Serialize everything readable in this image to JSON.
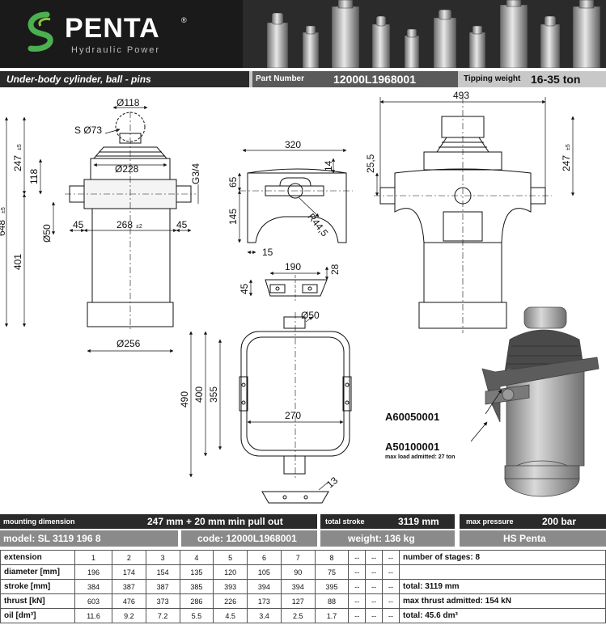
{
  "brand": {
    "name": "PENTA",
    "registered": "®",
    "subtitle": "Hydraulic Power"
  },
  "title_bar": {
    "product": "Under-body cylinder, ball - pins",
    "part_number_label": "Part Number",
    "part_number": "12000L1968001",
    "tipping_weight_label": "Tipping weight",
    "tipping_weight": "16-35 ton"
  },
  "dimensions": {
    "d118": "Ø118",
    "sd73": "S Ø73",
    "d228": "Ø228",
    "h247": "247",
    "tol247": "±5",
    "h118": "118",
    "g34": "G3/4",
    "d50a": "Ø50",
    "w45a": "45",
    "w268": "268",
    "tol268": "±2",
    "w45b": "45",
    "h648": "648",
    "tol648": "±5",
    "h401": "401",
    "d256": "Ø256",
    "w320": "320",
    "h14": "14",
    "h65": "65",
    "h145": "145",
    "w15": "15",
    "r445": "R44,5",
    "w190": "190",
    "h28": "28",
    "h45c": "45",
    "d50b": "Ø50",
    "h490": "490",
    "h400": "400",
    "h355": "355",
    "w270": "270",
    "d13": "13",
    "w493": "493",
    "h255": "25,5",
    "h247b": "247",
    "tol247b": "±5"
  },
  "parts": {
    "frame_code": "A60050001",
    "bracket_code": "A50100001",
    "bracket_note": "max load admitted: 27 ton"
  },
  "info": {
    "mounting_label": "mounting dimension",
    "mounting_value": "247 mm + 20 mm min pull out",
    "stroke_label": "total stroke",
    "stroke_value": "3119 mm",
    "pressure_label": "max pressure",
    "pressure_value": "200 bar",
    "model": "model: SL 3119 196 8",
    "code": "code: 12000L1968001",
    "weight": "weight: 136 kg",
    "maker": "HS Penta"
  },
  "table": {
    "rows": [
      {
        "label": "extension",
        "cells": [
          "1",
          "2",
          "3",
          "4",
          "5",
          "6",
          "7",
          "8",
          "--",
          "--",
          "--"
        ],
        "side": "number of stages: 8"
      },
      {
        "label": "diameter [mm]",
        "cells": [
          "196",
          "174",
          "154",
          "135",
          "120",
          "105",
          "90",
          "75",
          "--",
          "--",
          "--"
        ],
        "side": ""
      },
      {
        "label": "stroke [mm]",
        "cells": [
          "384",
          "387",
          "387",
          "385",
          "393",
          "394",
          "394",
          "395",
          "--",
          "--",
          "--"
        ],
        "side": "total: 3119 mm"
      },
      {
        "label": "thrust [kN]",
        "cells": [
          "603",
          "476",
          "373",
          "286",
          "226",
          "173",
          "127",
          "88",
          "--",
          "--",
          "--"
        ],
        "side": "max thrust admitted: 154 kN"
      },
      {
        "label": "oil [dm³]",
        "cells": [
          "11.6",
          "9.2",
          "7.2",
          "5.5",
          "4.5",
          "3.4",
          "2.5",
          "1.7",
          "--",
          "--",
          "--"
        ],
        "side": "total: 45.6 dm³"
      }
    ]
  },
  "colors": {
    "header_bg": "#1a1a1a",
    "logo_green": "#4caf50",
    "dark_bar": "#2a2a2a",
    "mid_bar": "#8a8a8a",
    "light_bar": "#c8c8c8"
  }
}
